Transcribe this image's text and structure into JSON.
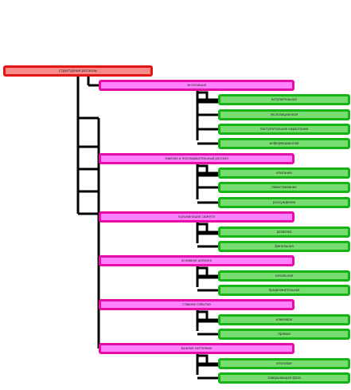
{
  "diagram": {
    "root": {
      "label": "структурные рассказы"
    },
    "categories": [
      {
        "label": "экспозиция",
        "items": [
          "вступительная",
          "экспозиционная",
          "поступательное нарастание",
          "информационная"
        ]
      },
      {
        "label": "завязка и последовательный рассказ",
        "items": [
          "описание",
          "повествование",
          "рассуждение"
        ]
      },
      {
        "label": "кульминация сюжета",
        "items": [
          "развязка",
          "финальная"
        ]
      },
      {
        "label": "основная цепочка",
        "items": [
          "начальная",
          "продолжительная"
        ]
      },
      {
        "label": "главное событие",
        "items": [
          "ключевая",
          "прямая"
        ]
      },
      {
        "label": "важное состояние",
        "items": [
          "итоговая",
          "завершающая фаза"
        ]
      }
    ],
    "colors": {
      "root_fill": "#f98a8a",
      "root_border": "#e51515",
      "category_fill": "#ff83ff",
      "category_border": "#e60ca5",
      "leaf_fill": "#77dd70",
      "leaf_border": "#16b416",
      "connector": "#000000"
    }
  }
}
